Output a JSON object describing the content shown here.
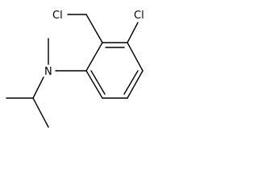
{
  "molecule": {
    "atoms": {
      "chloromethyl_cl": "Cl",
      "ring_cl": "Cl",
      "nitrogen": "N"
    }
  }
}
